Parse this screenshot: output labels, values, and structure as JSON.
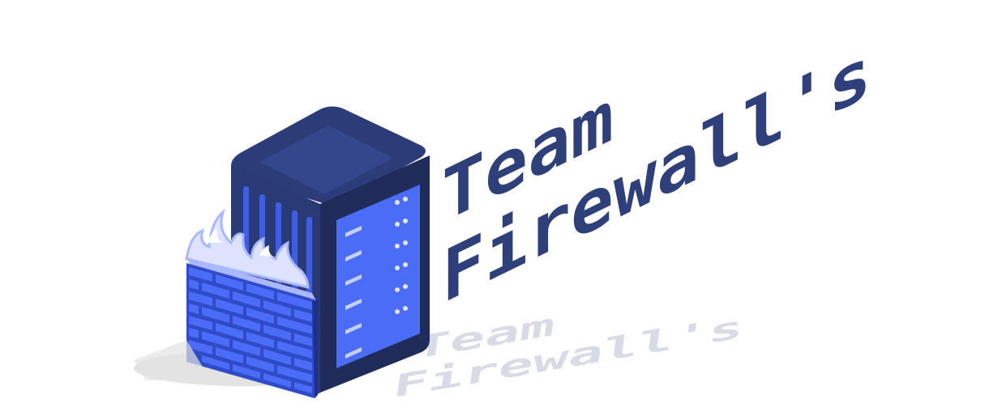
{
  "logo": {
    "line1": "Team",
    "line2": "Firewall's",
    "reflection_line1": "Team",
    "reflection_line2": "Firewall's"
  },
  "colors": {
    "text": "#2e3f7a",
    "server_dark": "#1f2b55",
    "server_mid": "#2f3f7c",
    "server_top": "#34478a",
    "panel_blue": "#4a6cf7",
    "brick": "#4a6cf7",
    "mortar": "#2f4bc8",
    "flame": "#dde3ff",
    "flame_edge": "#aab8ff",
    "shadow": "#d8d8d8"
  },
  "icons": {
    "server": "server-rack-icon",
    "wall": "firewall-brick-icon",
    "flames": "flame-icon"
  }
}
